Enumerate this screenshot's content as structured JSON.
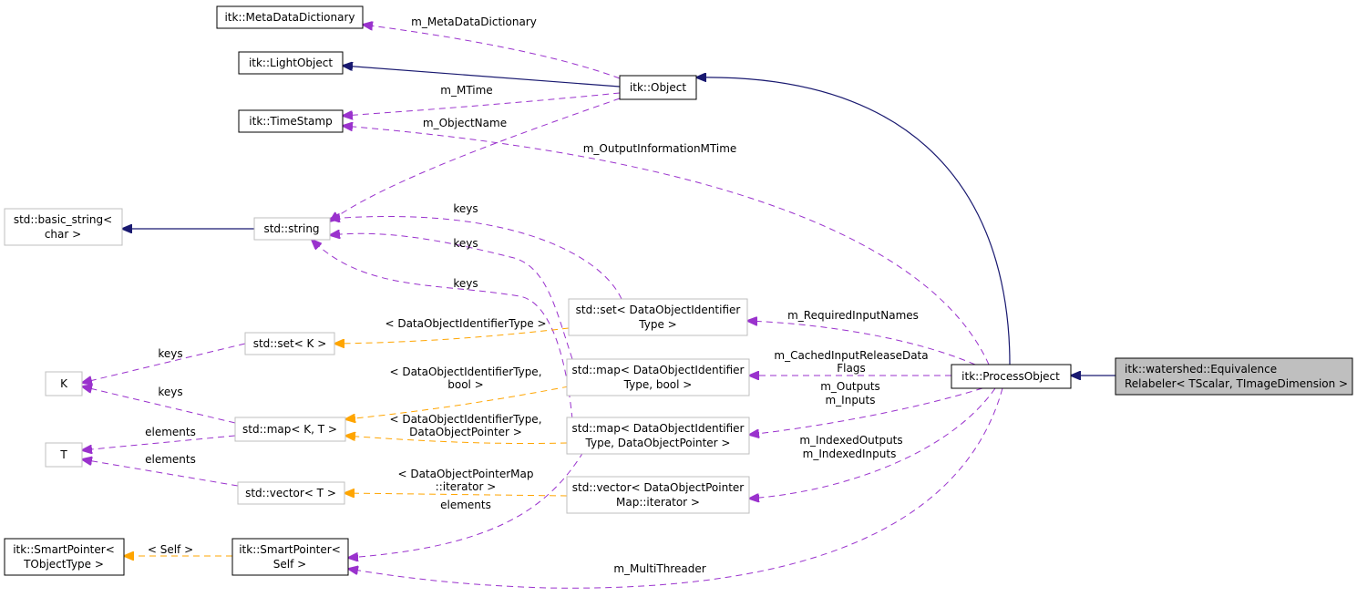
{
  "colors": {
    "inheritance": "#191970",
    "member": "#9a32cd",
    "template": "#ffa500",
    "main_fill": "#bfbfbf",
    "grey_border": "#bfbfbf"
  },
  "nodes": {
    "metadata_dictionary": "itk::MetaDataDictionary",
    "light_object": "itk::LightObject",
    "time_stamp": "itk::TimeStamp",
    "object": "itk::Object",
    "basic_string": [
      "std::basic_string<",
      "char >"
    ],
    "string": "std::string",
    "set_identifier": [
      "std::set< DataObjectIdentifier",
      "Type >"
    ],
    "set_k": "std::set< K >",
    "k": "K",
    "map_bool": [
      "std::map< DataObjectIdentifier",
      "Type, bool >"
    ],
    "map_kt": "std::map< K, T >",
    "t": "T",
    "map_pointer": [
      "std::map< DataObjectIdentifier",
      "Type, DataObjectPointer >"
    ],
    "vector_t": "std::vector< T >",
    "vector_iterator": [
      "std::vector< DataObjectPointer",
      "Map::iterator >"
    ],
    "smartpointer_t": [
      "itk::SmartPointer<",
      "TObjectType >"
    ],
    "smartpointer_self": [
      "itk::SmartPointer<",
      "Self >"
    ],
    "process_object": "itk::ProcessObject",
    "equivalence_relabeler": [
      "itk::watershed::Equivalence",
      "Relabeler< TScalar, TImageDimension >"
    ]
  },
  "edge_labels": {
    "m_metadata_dictionary": "m_MetaDataDictionary",
    "m_mtime": "m_MTime",
    "m_object_name": "m_ObjectName",
    "m_output_information_mtime": "m_OutputInformationMTime",
    "keys_set_identifier": "keys",
    "keys_map_bool": "keys",
    "keys_map_pointer": "keys",
    "tpl_set_identifier": "< DataObjectIdentifierType >",
    "keys_set_k": "keys",
    "keys_map_kt": "keys",
    "tpl_map_bool": [
      "< DataObjectIdentifierType,",
      "bool >"
    ],
    "elements_map_kt": "elements",
    "tpl_map_pointer": [
      "< DataObjectIdentifierType,",
      "DataObjectPointer >"
    ],
    "elements_vector_t": "elements",
    "tpl_vector_iterator": [
      "< DataObjectPointerMap",
      "::iterator >"
    ],
    "elements_map_pointer": "elements",
    "tpl_smartpointer": "< Self >",
    "m_required_input_names": "m_RequiredInputNames",
    "m_cached_input_release": [
      "m_CachedInputReleaseData",
      "Flags"
    ],
    "m_outputs_inputs": [
      "m_Outputs",
      "m_Inputs"
    ],
    "m_indexed": [
      "m_IndexedOutputs",
      "m_IndexedInputs"
    ],
    "m_multi_threader": "m_MultiThreader"
  }
}
